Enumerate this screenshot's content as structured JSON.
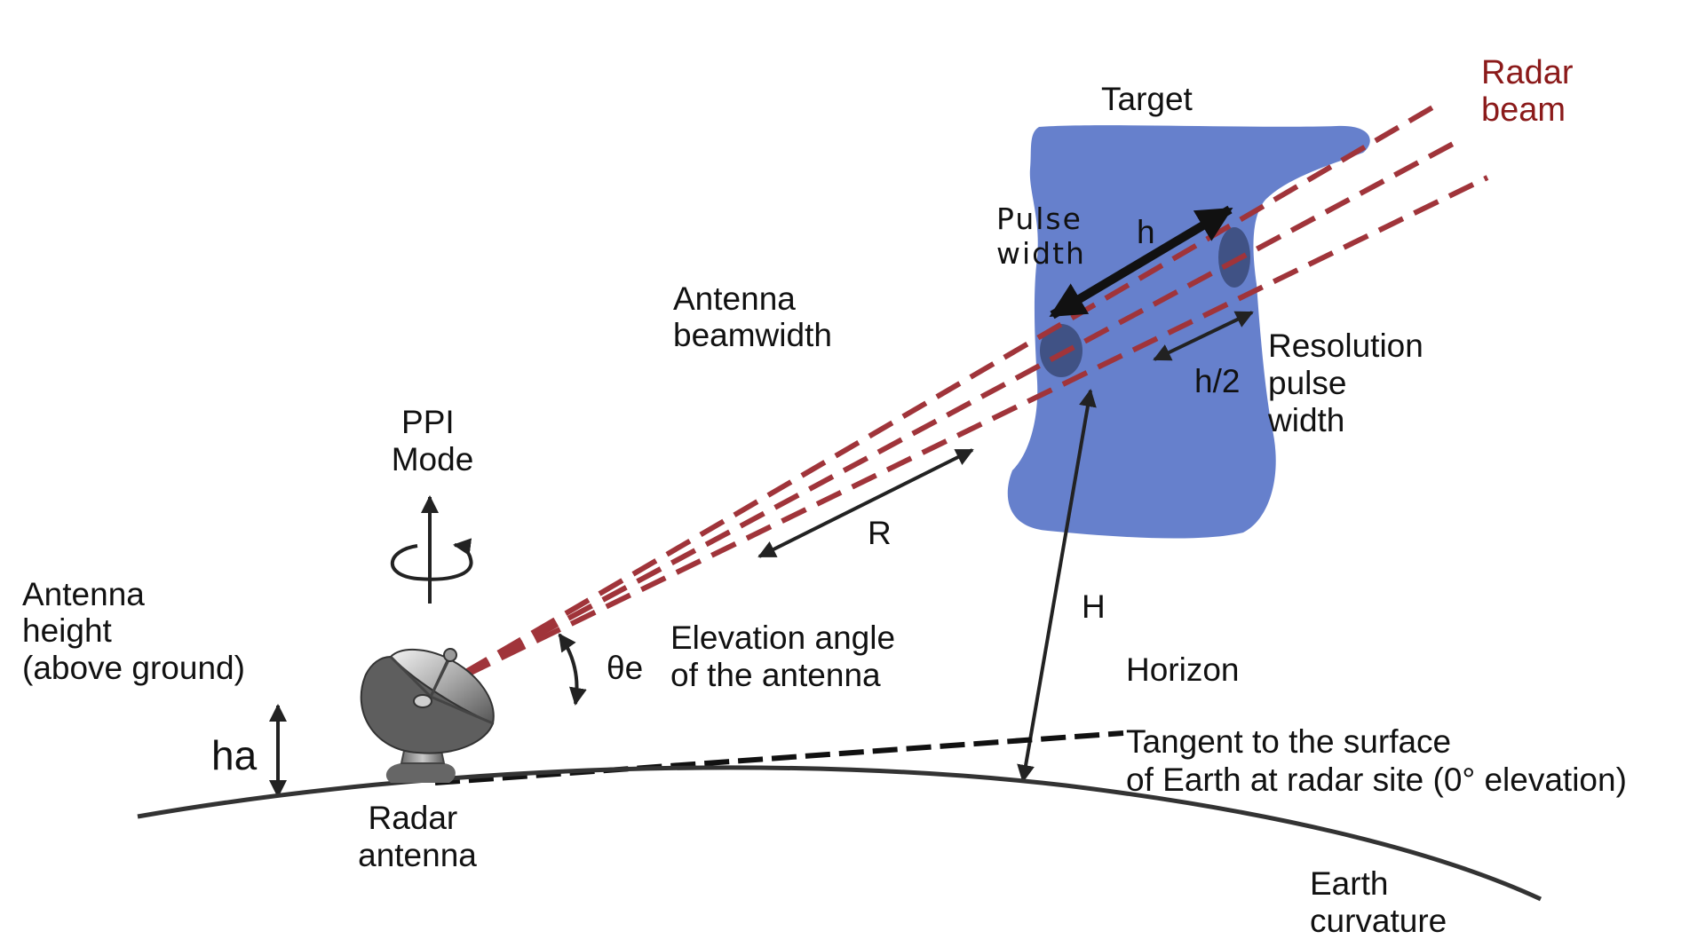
{
  "labels": {
    "target": "Target",
    "radar_beam": [
      "Radar",
      "beam"
    ],
    "pulse_width": [
      "Pulse",
      "width"
    ],
    "h": "h",
    "antenna_beamwidth": [
      "Antenna",
      "beamwidth"
    ],
    "resolution_pulse_width": [
      "Resolution",
      "pulse",
      "width"
    ],
    "h_half": "h/2",
    "ppi_mode": [
      "PPI",
      "Mode"
    ],
    "r": "R",
    "antenna_height": [
      "Antenna",
      "height",
      "(above ground)"
    ],
    "theta_e": "θe",
    "elevation_angle": [
      "Elevation angle",
      "of the antenna"
    ],
    "big_h": "H",
    "horizon": "Horizon",
    "ha": "ha",
    "tangent": [
      "Tangent to the surface",
      "of Earth at radar site (0° elevation)"
    ],
    "radar_antenna": [
      "Radar",
      "antenna"
    ],
    "earth_curvature": [
      "Earth",
      "curvature"
    ]
  },
  "colors": {
    "target_fill": "#6680cc",
    "beam": "#a0343a",
    "radar_beam_label": "#8b1a1a",
    "pulse_volume": "#3a4a78",
    "line": "#222222"
  }
}
